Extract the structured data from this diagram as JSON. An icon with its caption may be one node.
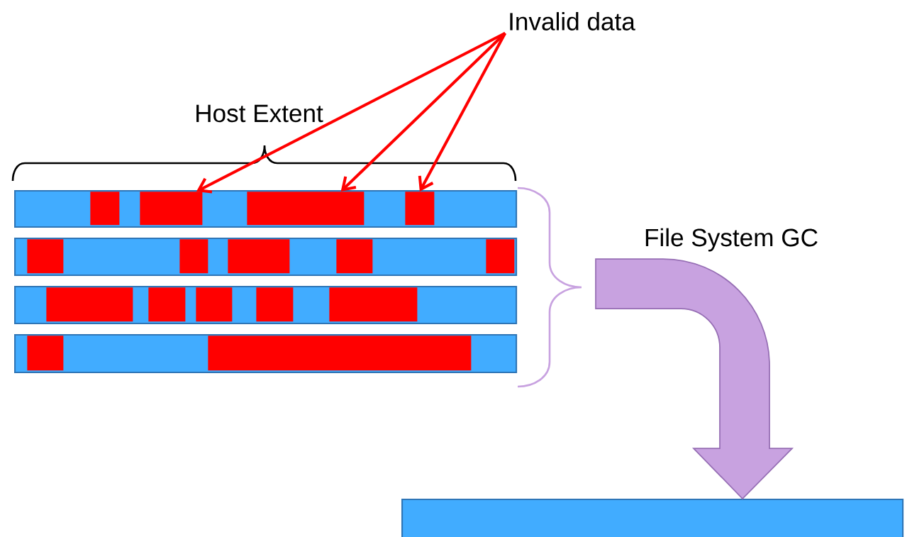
{
  "diagram": {
    "nodes": [
      {
        "text": [
          "Invalid data"
        ]
      },
      {
        "text": [],
        "shape": "bar"
      },
      {
        "text": [],
        "shape": "box",
        "in": 1
      },
      {
        "text": [],
        "shape": "box",
        "in": 1
      },
      {
        "text": [],
        "shape": "box",
        "in": 1
      },
      {
        "text": [],
        "shape": "box",
        "in": 1
      },
      {
        "text": [],
        "shape": "bar"
      },
      {
        "text": [],
        "shape": "box",
        "in": 6
      },
      {
        "text": [],
        "shape": "box",
        "in": 6
      },
      {
        "text": [],
        "shape": "box",
        "in": 6
      },
      {
        "text": [],
        "shape": "box",
        "in": 6
      },
      {
        "text": [],
        "shape": "box",
        "in": 6
      },
      {
        "text": [],
        "shape": "bar"
      },
      {
        "text": [],
        "shape": "box",
        "in": 12
      },
      {
        "text": [],
        "shape": "box",
        "in": 12
      },
      {
        "text": [],
        "shape": "box",
        "in": 12
      },
      {
        "text": [],
        "shape": "box",
        "in": 12
      },
      {
        "text": [],
        "shape": "box",
        "in": 12
      },
      {
        "text": [],
        "shape": "bar"
      },
      {
        "text": [],
        "shape": "box",
        "in": 18
      },
      {
        "text": [],
        "shape": "box",
        "in": 18
      },
      {
        "text": [],
        "shape": "bar"
      }
    ],
    "edges": [
      {
        "from": 0,
        "to": 3,
        "arrow": "to"
      },
      {
        "from": 0,
        "to": 4,
        "arrow": "to"
      },
      {
        "from": 0,
        "to": 5,
        "arrow": "to"
      },
      {
        "from": null,
        "to": 21,
        "arrow": "to",
        "style": "thick",
        "color": "#c8a2e0"
      }
    ],
    "labels": [
      "Host Extent",
      "File System GC"
    ]
  }
}
